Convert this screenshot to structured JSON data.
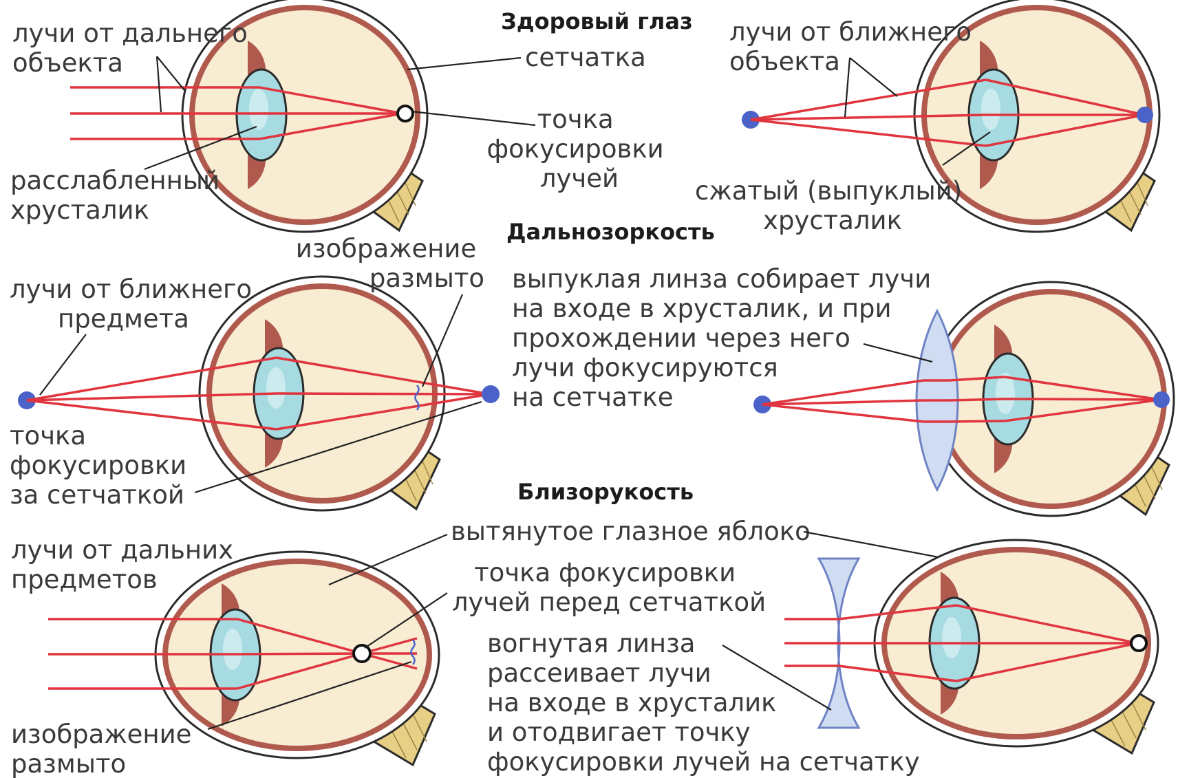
{
  "colors": {
    "ray": "#e0353f",
    "point": "#4b63c8",
    "eyeball": "#f8ecd2",
    "sclera_outline": "#2b2b2b",
    "retina_band": "#b05a4e",
    "lens": "#a6dbe2",
    "optic_nerve": "#e8cf86",
    "corrective_lens": "#cfdcf2"
  },
  "healthy": {
    "title": "Здоровый глаз",
    "far_rays": [
      "лучи от дальнего",
      "объекта"
    ],
    "retina": "сетчатка",
    "focus": [
      "точка",
      "фокусировки",
      "лучей"
    ],
    "relaxed_lens": [
      "расслабленный",
      "хрусталик"
    ],
    "near_rays": [
      "лучи от ближнего",
      "объекта"
    ],
    "compressed_lens": [
      "сжатый (выпуклый)",
      "хрусталик"
    ]
  },
  "hyperopia": {
    "title": "Дальнозоркость",
    "blurred": [
      "изображение",
      "размыто"
    ],
    "near_rays": [
      "лучи от ближнего",
      "предмета"
    ],
    "focus_behind": [
      "точка",
      "фокусировки",
      "за сетчаткой"
    ],
    "convex_note": [
      "выпуклая линза собирает лучи",
      "на входе в хрусталик, и при",
      "прохождении через него",
      "лучи фокусируются",
      "на сетчатке"
    ]
  },
  "myopia": {
    "title": "Близорукость",
    "elongated": "вытянутое глазное яблоко",
    "far_rays": [
      "лучи от дальних",
      "предметов"
    ],
    "focus_front": [
      "точка фокусировки",
      "лучей перед сетчаткой"
    ],
    "blurred": [
      "изображение",
      "размыто"
    ],
    "concave_note": [
      "вогнутая линза",
      "рассеивает лучи",
      "на входе в хрусталик",
      "и отодвигает точку",
      "фокусировки лучей на сетчатку"
    ]
  }
}
